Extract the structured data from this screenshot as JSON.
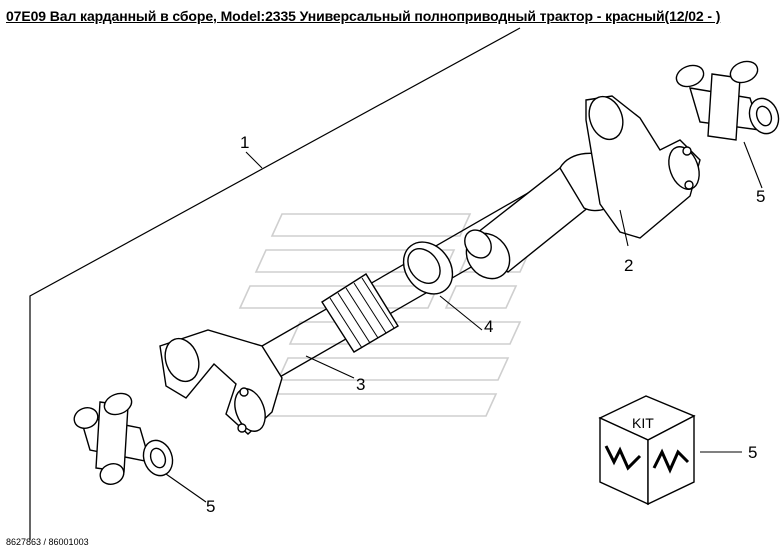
{
  "title": "07E09 Вал карданный в сборе, Model:2335 Универсальный полноприводный трактор - красный(12/02 - )",
  "figure_id": "8627863 / 86001003",
  "callouts": {
    "c1": "1",
    "c2": "2",
    "c3": "3",
    "c4": "4",
    "c5_top": "5",
    "c5_bottom": "5",
    "c5_kit": "5"
  },
  "kit_label": "KIT",
  "colors": {
    "line": "#000000",
    "watermark": "#c8c8c8",
    "background": "#ffffff"
  },
  "icons": [
    "universal-joint-cross-icon",
    "kit-box-icon",
    "brand-logo-icon"
  ]
}
